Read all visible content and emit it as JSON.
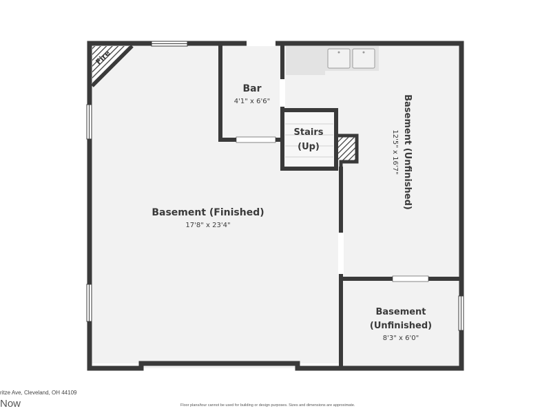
{
  "rooms": {
    "fire": {
      "label": "Fire"
    },
    "bar": {
      "label": "Bar",
      "dims": "4'1\" x 6'6\""
    },
    "stairs": {
      "label_line1": "Stairs",
      "label_line2": "(Up)"
    },
    "basement_finished": {
      "label": "Basement (Finished)",
      "dims": "17'8\" x 23'4\""
    },
    "basement_unfinished_large": {
      "label": "Basement (Unfinished)",
      "dims": "12'5\" x 16'7\""
    },
    "basement_unfinished_small": {
      "label_line1": "Basement",
      "label_line2": "(Unfinished)",
      "dims": "8'3\" x 6'0\""
    }
  },
  "footer": {
    "address": "ritze Ave, Cleveland, OH 44109",
    "brand": "Now",
    "disclaimer": "Floor plans/tour cannot be used for building or design purposes. Sizes and dimensions are approximate."
  },
  "colors": {
    "wall": "#3a3a3a",
    "floor": "#f2f2f2",
    "counter": "#e8e8e8"
  }
}
